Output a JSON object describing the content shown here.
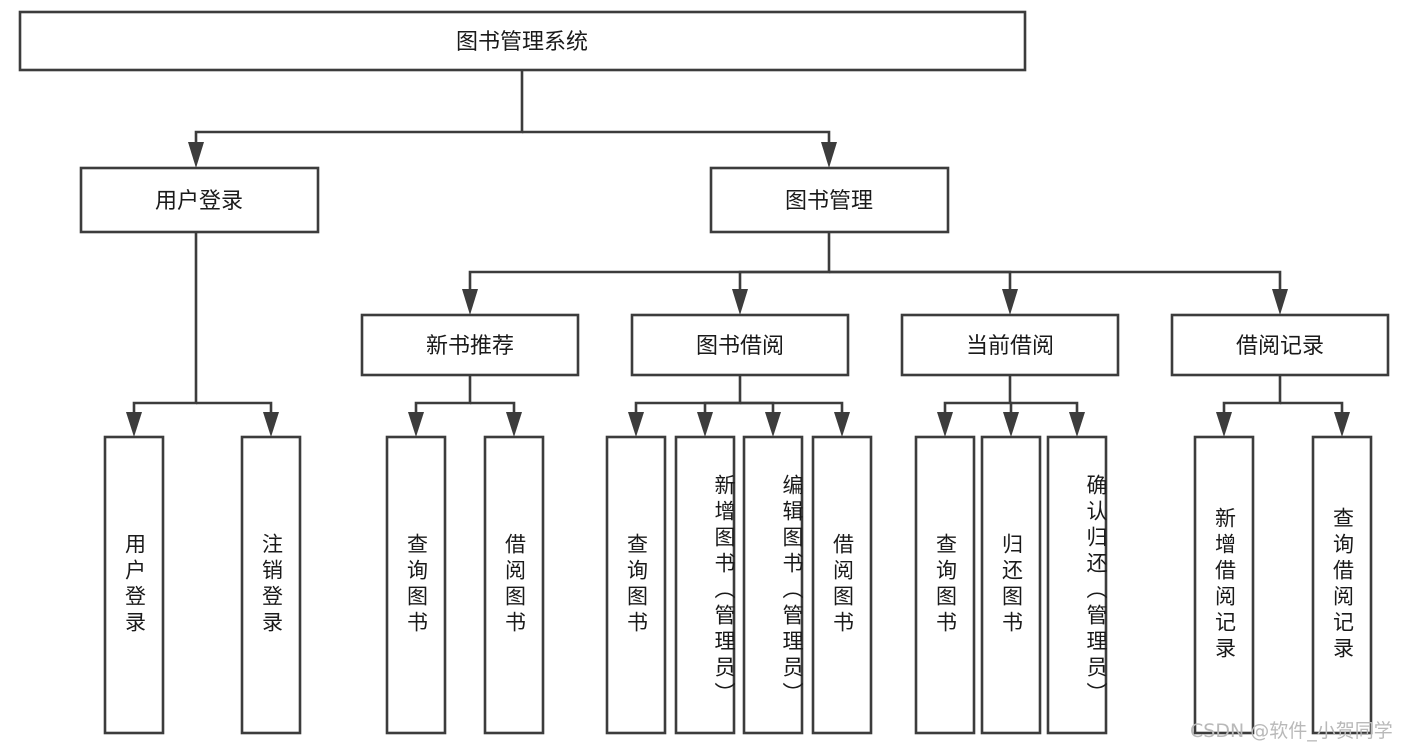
{
  "diagram": {
    "title": "图书管理系统",
    "type": "tree-hierarchy",
    "watermark": "CSDN @软件_小贺同学",
    "colors": {
      "background": "#ffffff",
      "box_stroke": "#3c3c3c",
      "box_fill": "#ffffff",
      "text": "#1a1a1a",
      "watermark": "#b9b9b9"
    },
    "root": {
      "label": "图书管理系统"
    },
    "level2": [
      {
        "label": "用户登录"
      },
      {
        "label": "图书管理"
      }
    ],
    "level3": [
      {
        "label": "新书推荐"
      },
      {
        "label": "图书借阅"
      },
      {
        "label": "当前借阅"
      },
      {
        "label": "借阅记录"
      }
    ],
    "leaves": {
      "user_login": [
        {
          "label": "用户登录"
        },
        {
          "label": "注销登录"
        }
      ],
      "new_book_recommend": [
        {
          "label": "查询图书"
        },
        {
          "label": "借阅图书"
        }
      ],
      "book_borrow": [
        {
          "label": "查询图书"
        },
        {
          "label": "新增图书（管理员）"
        },
        {
          "label": "编辑图书（管理员）"
        },
        {
          "label": "借阅图书"
        }
      ],
      "current_borrow": [
        {
          "label": "查询图书"
        },
        {
          "label": "归还图书"
        },
        {
          "label": "确认归还（管理员）"
        }
      ],
      "borrow_record": [
        {
          "label": "新增借阅记录"
        },
        {
          "label": "查询借阅记录"
        }
      ]
    }
  }
}
